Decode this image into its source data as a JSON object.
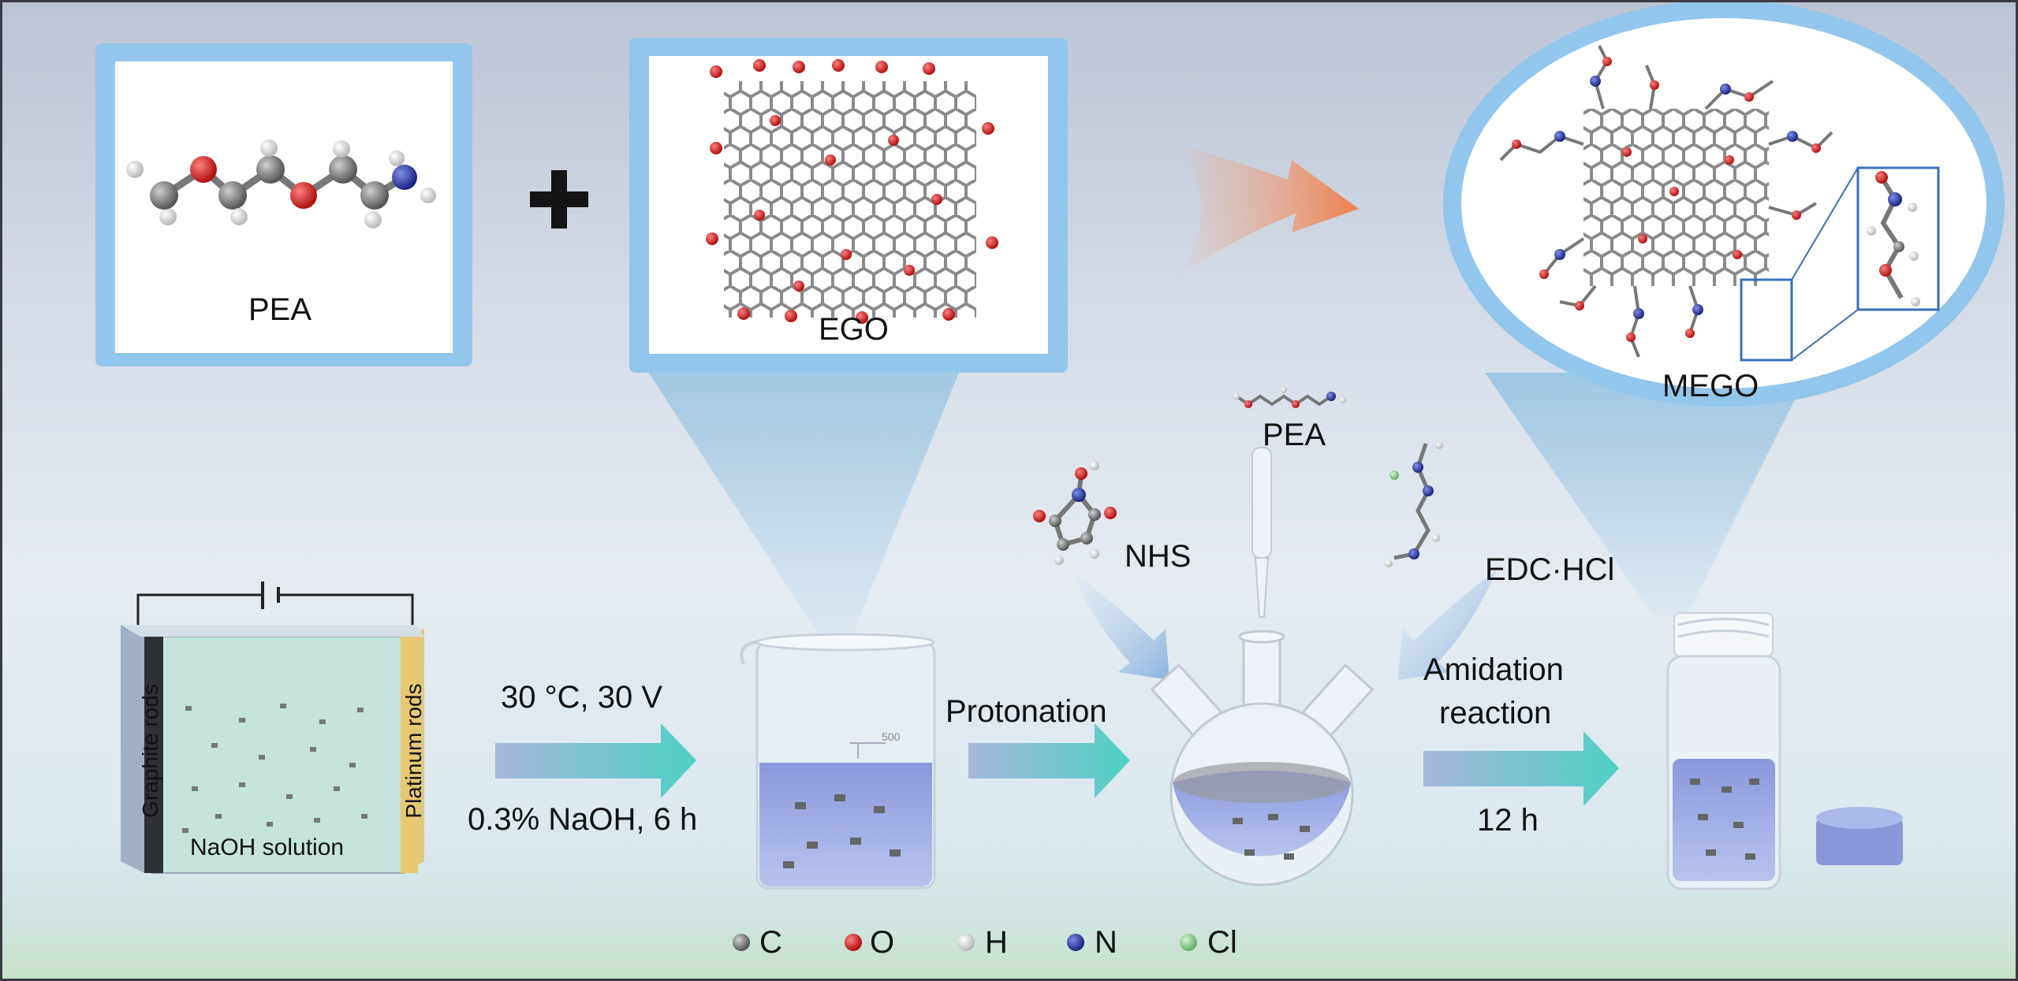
{
  "molecules": {
    "pea_label": "PEA",
    "ego_label": "EGO",
    "mego_label": "MEGO",
    "pea_pipette_label": "PEA",
    "nhs_label": "NHS",
    "edc_label": "EDC·HCl",
    "plus_symbol": "+"
  },
  "cell": {
    "left_electrode": "Graphite rods",
    "right_electrode": "Platinum rods",
    "electrolyte": "NaOH solution"
  },
  "steps": {
    "step1_top": "30 °C, 30 V",
    "step1_bottom": "0.3% NaOH, 6 h",
    "step2": "Protonation",
    "step3_line1": "Amidation",
    "step3_line2": "reaction",
    "step3_bottom": "12 h"
  },
  "beaker_scale": {
    "mark500": "500"
  },
  "legend": [
    {
      "label": "C",
      "color": "#6e6e6e"
    },
    {
      "label": "O",
      "color": "#d42020"
    },
    {
      "label": "H",
      "color": "#ffffff"
    },
    {
      "label": "N",
      "color": "#2a3a9a"
    },
    {
      "label": "Cl",
      "color": "#8cd08c"
    }
  ]
}
